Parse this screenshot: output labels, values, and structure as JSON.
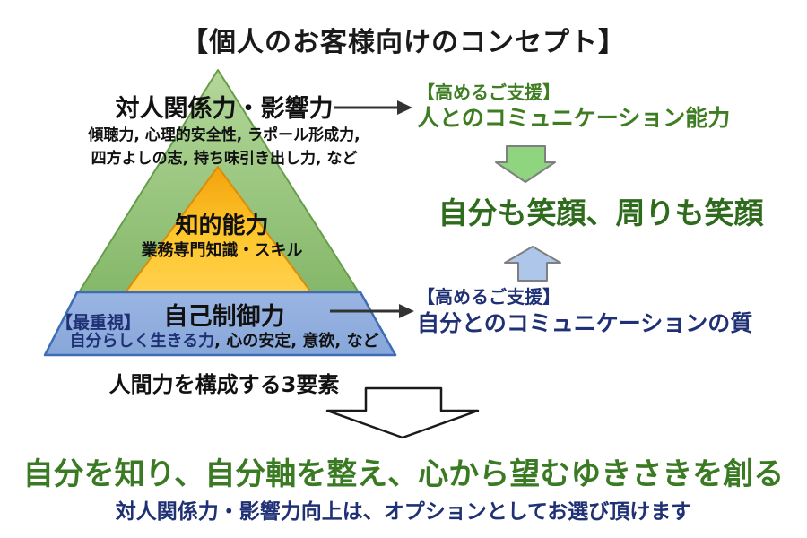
{
  "title": "【個人のお客様向けのコンセプト】",
  "pyramid": {
    "top": {
      "label": "対人関係力・影響力",
      "detail_line1": "傾聴力, 心理的安全性, ラポール形成力,",
      "detail_line2": "四方よしの志, 持ち味引き出し力, など"
    },
    "middle": {
      "label": "知的能力",
      "detail": "業務専門知識・スキル"
    },
    "bottom": {
      "tag": "【最重視】",
      "label": "自己制御力",
      "detail_highlight": "自分らしく生きる力",
      "detail_rest": ", 心の安定, 意欲, など"
    },
    "caption": "人間力を構成する3要素"
  },
  "right_column": {
    "top_support": {
      "heading": "【高めるご支援】",
      "label": "人とのコミュニケーション能力"
    },
    "outcome": "自分も笑顔、周りも笑顔",
    "bottom_support": {
      "heading": "【高めるご支援】",
      "label": "自分とのコミュニケーションの質"
    }
  },
  "footer": {
    "headline": "自分を知り、自分軸を整え、心から望むゆきさきを創る",
    "note": "対人関係力・影響力向上は、オプションとしてお選び頂けます"
  },
  "icons": {
    "connector_top": "right-arrow",
    "connector_bottom": "right-arrow",
    "green_block": "down-arrow",
    "blue_block": "up-arrow",
    "white_block": "down-arrow"
  },
  "colors": {
    "pyramid_green": "#93c47d",
    "pyramid_green_border": "#669d4a",
    "pyramid_orange": "#ffc12e",
    "pyramid_orange_border": "#d98e0b",
    "pyramid_blue": "#8faadc",
    "pyramid_blue_border": "#3e6cb5",
    "support_green_text": "#3f7d23",
    "outcome_green_text": "#2f6b1c",
    "navy_text": "#1f3075",
    "green_arrow_fill": "#8fd47e",
    "blue_arrow_fill": "#aec6ea",
    "connector_black": "#333333"
  }
}
